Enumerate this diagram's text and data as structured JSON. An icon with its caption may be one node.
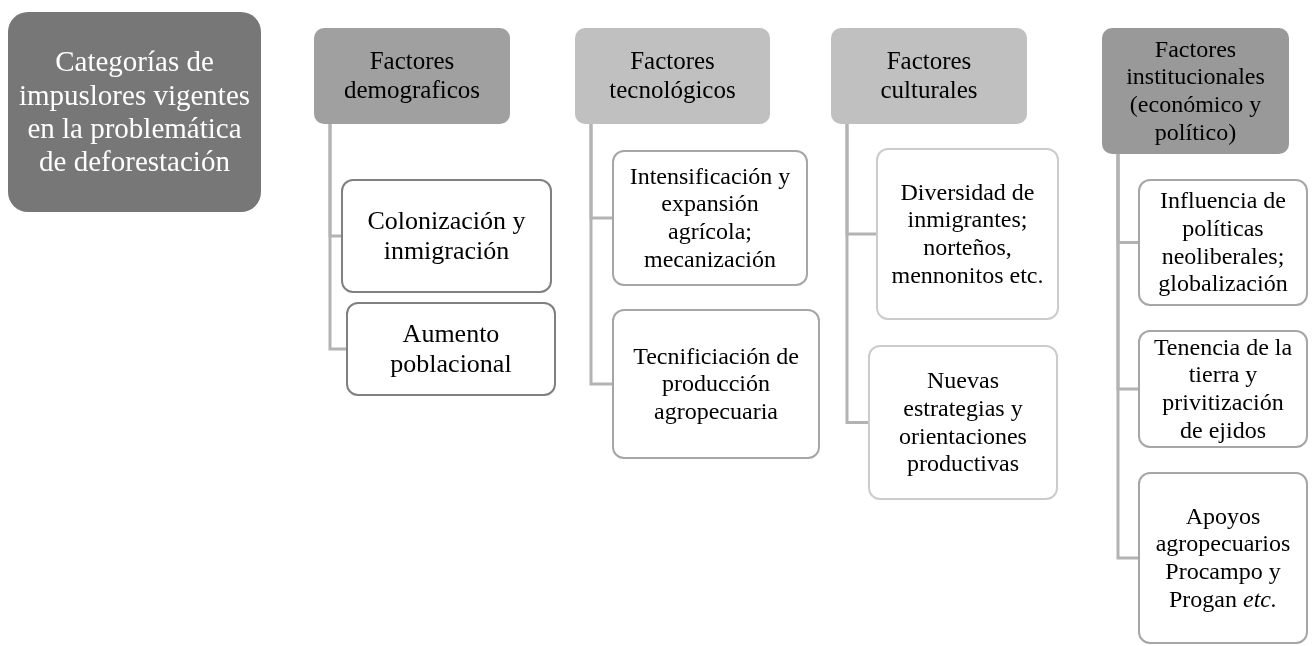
{
  "diagram": {
    "nodes": [
      {
        "text": [
          "Categorías de impuslores vigentes en la problemática de deforestación"
        ]
      },
      {
        "text": [
          "Factores demograficos"
        ]
      },
      {
        "text": [
          "Colonización y inmigración"
        ]
      },
      {
        "text": [
          "Aumento poblacional"
        ]
      },
      {
        "text": [
          "Factores tecnológicos"
        ]
      },
      {
        "text": [
          "Intensificación y expansión agrícola; mecanización"
        ]
      },
      {
        "text": [
          "Tecnificiación de producción agropecuaria"
        ]
      },
      {
        "text": [
          "Factores culturales"
        ]
      },
      {
        "text": [
          "Diversidad de inmigrantes; norteños, mennonitos etc."
        ]
      },
      {
        "text": [
          "Nuevas estrategias y orientaciones productivas"
        ]
      },
      {
        "text": [
          "Factores institucionales (económico y político)"
        ]
      },
      {
        "text": [
          "Influencia de políticas neoliberales; globalización"
        ]
      },
      {
        "text": [
          "Tenencia de la tierra y privitización de ejidos"
        ]
      },
      {
        "text": [
          "Apoyos agropecuarios Procampo y Progan *etc.*"
        ]
      }
    ],
    "edges": [
      {
        "from": 1,
        "to": 2,
        "arrow": "none"
      },
      {
        "from": 1,
        "to": 3,
        "arrow": "none"
      },
      {
        "from": 4,
        "to": 5,
        "arrow": "none"
      },
      {
        "from": 4,
        "to": 6,
        "arrow": "none"
      },
      {
        "from": 7,
        "to": 8,
        "arrow": "none"
      },
      {
        "from": 7,
        "to": 9,
        "arrow": "none"
      },
      {
        "from": 10,
        "to": 11,
        "arrow": "none"
      },
      {
        "from": 10,
        "to": 12,
        "arrow": "none"
      },
      {
        "from": 10,
        "to": 13,
        "arrow": "none"
      }
    ]
  }
}
